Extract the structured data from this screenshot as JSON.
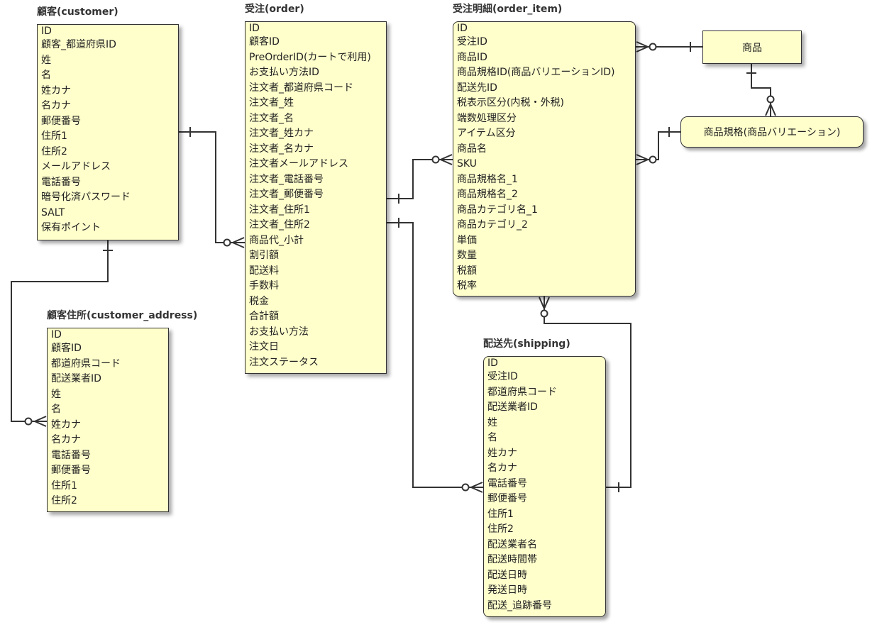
{
  "entities": {
    "customer": {
      "title": "顧客(customer)",
      "fields": [
        "ID",
        "顧客_都道府県ID",
        "姓",
        "名",
        "姓カナ",
        "名カナ",
        "郵便番号",
        "住所1",
        "住所2",
        "メールアドレス",
        "電話番号",
        "暗号化済パスワード",
        "SALT",
        "保有ポイント"
      ]
    },
    "customer_address": {
      "title": "顧客住所(customer_address)",
      "fields": [
        "ID",
        "顧客ID",
        "都道府県コード",
        "配送業者ID",
        "姓",
        "名",
        "姓カナ",
        "名カナ",
        "電話番号",
        "郵便番号",
        "住所1",
        "住所2"
      ]
    },
    "order": {
      "title": "受注(order)",
      "fields": [
        "ID",
        "顧客ID",
        "PreOrderID(カートで利用)",
        "お支払い方法ID",
        "注文者_都道府県コード",
        "注文者_姓",
        "注文者_名",
        "注文者_姓カナ",
        "注文者_名カナ",
        "注文者メールアドレス",
        "注文者_電話番号",
        "注文者_郵便番号",
        "注文者_住所1",
        "注文者_住所2",
        "商品代_小計",
        "割引額",
        "配送料",
        "手数料",
        "税金",
        "合計額",
        "お支払い方法",
        "注文日",
        "注文ステータス"
      ]
    },
    "order_item": {
      "title": "受注明細(order_item)",
      "fields": [
        "ID",
        "受注ID",
        "商品ID",
        "商品規格ID(商品バリエーションID)",
        "配送先ID",
        "税表示区分(内税・外税)",
        "端数処理区分",
        "アイテム区分",
        "商品名",
        "SKU",
        "商品規格名_1",
        "商品規格名_2",
        "商品カテゴリ名_1",
        "商品カテゴリ_2",
        "単価",
        "数量",
        "税額",
        "税率"
      ]
    },
    "shipping": {
      "title": "配送先(shipping)",
      "fields": [
        "ID",
        "受注ID",
        "都道府県コード",
        "配送業者ID",
        "姓",
        "名",
        "姓カナ",
        "名カナ",
        "電話番号",
        "郵便番号",
        "住所1",
        "住所2",
        "配送業者名",
        "配送時間帯",
        "配送日時",
        "発送日時",
        "配送_追跡番号"
      ]
    },
    "product": {
      "label": "商品"
    },
    "product_class": {
      "label": "商品規格(商品バリエーション)"
    }
  },
  "colors": {
    "entity_fill": "#ffffcc",
    "line": "#333333"
  }
}
